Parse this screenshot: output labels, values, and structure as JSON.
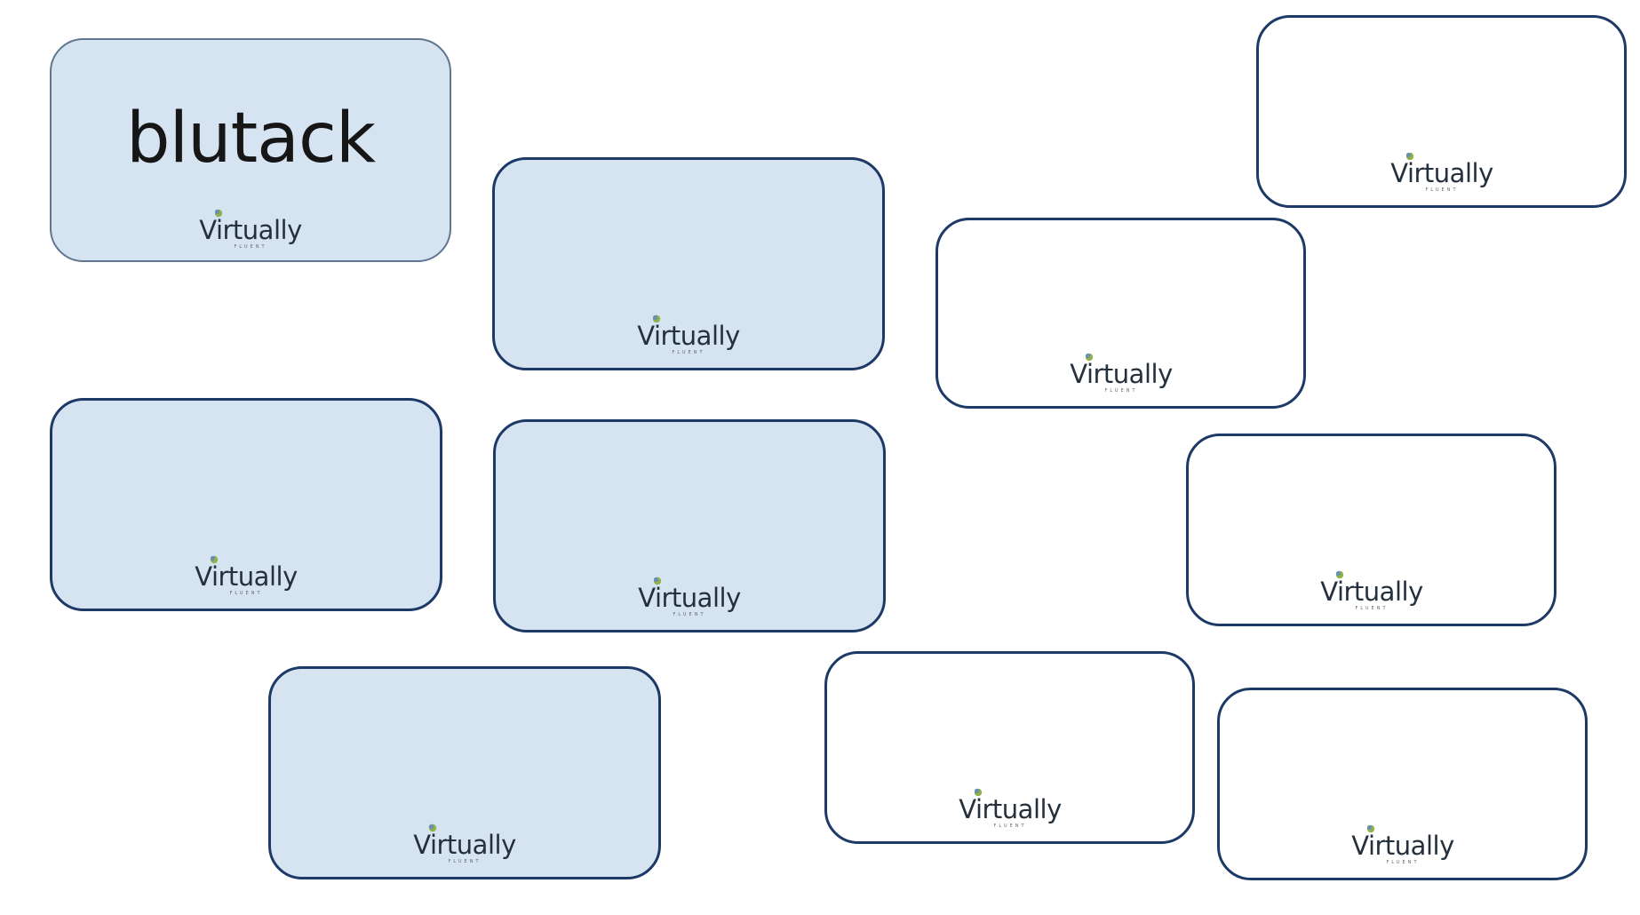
{
  "cards": [
    {
      "word": "blutack",
      "logo_text": "Virtually",
      "logo_subtext": "FLUENT",
      "fill": "#d6e4f2"
    },
    {
      "word": "",
      "logo_text": "Virtually",
      "logo_subtext": "FLUENT",
      "fill": "#d6e4f2"
    },
    {
      "word": "",
      "logo_text": "Virtually",
      "logo_subtext": "FLUENT",
      "fill": "#ffffff"
    },
    {
      "word": "",
      "logo_text": "Virtually",
      "logo_subtext": "FLUENT",
      "fill": "#ffffff"
    },
    {
      "word": "",
      "logo_text": "Virtually",
      "logo_subtext": "FLUENT",
      "fill": "#d6e4f2"
    },
    {
      "word": "",
      "logo_text": "Virtually",
      "logo_subtext": "FLUENT",
      "fill": "#d6e4f2"
    },
    {
      "word": "",
      "logo_text": "Virtually",
      "logo_subtext": "FLUENT",
      "fill": "#ffffff"
    },
    {
      "word": "",
      "logo_text": "Virtually",
      "logo_subtext": "FLUENT",
      "fill": "#d6e4f2"
    },
    {
      "word": "",
      "logo_text": "Virtually",
      "logo_subtext": "FLUENT",
      "fill": "#ffffff"
    },
    {
      "word": "",
      "logo_text": "Virtually",
      "logo_subtext": "FLUENT",
      "fill": "#ffffff"
    }
  ],
  "colors": {
    "card_border": "#1d3a66",
    "card_blue": "#d6e4f2",
    "logo_green": "#8fb34a",
    "logo_text": "#25303d"
  }
}
